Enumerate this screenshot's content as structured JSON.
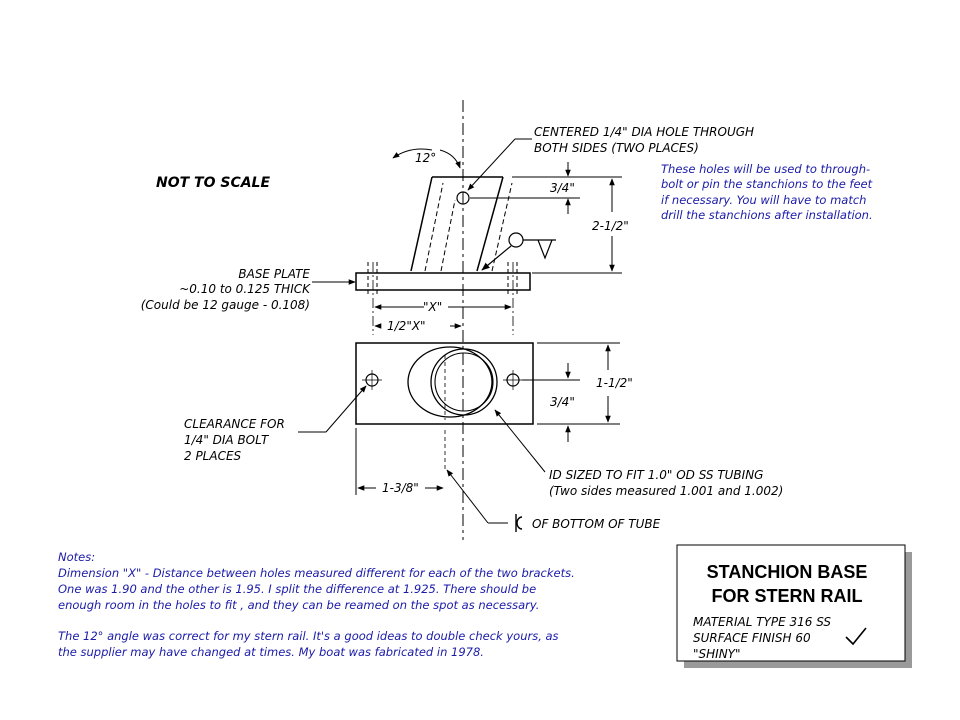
{
  "notice": "NOT TO SCALE",
  "angle_label": "12°",
  "hole_callout": [
    "CENTERED 1/4\" DIA HOLE THROUGH",
    "BOTH SIDES (TWO PLACES)"
  ],
  "hole_note": [
    "These holes will be used to through-",
    "bolt or pin the stanchions to the feet",
    "if necessary.  You will have to match",
    "drill the stanchions after installation."
  ],
  "dims": {
    "hole_from_top": "3/4\"",
    "side_height": "2-1/2\"",
    "x": "\"X\"",
    "half_x": "1/2\"X\"",
    "plate_width": "1-1/2\"",
    "plate_half": "3/4\"",
    "edge_to_center": "1-3/8\""
  },
  "base_plate": [
    "BASE PLATE",
    "~0.10 to 0.125 THICK",
    "(Could be 12 gauge - 0.108)"
  ],
  "clearance": [
    "CLEARANCE FOR",
    "1/4\" DIA BOLT",
    "2 PLACES"
  ],
  "tube_id": [
    "ID SIZED TO FIT 1.0\" OD SS TUBING",
    "(Two sides measured 1.001 and 1.002)"
  ],
  "centerline_label": "OF BOTTOM OF TUBE",
  "notes": {
    "heading": "Notes:",
    "lines": [
      "Dimension \"X\" - Distance between holes measured different for each of the two brackets.",
      "One was 1.90 and the other is 1.95.  I split the difference at 1.925. There should be",
      "enough room in the holes to fit , and they can be reamed on the spot as necessary.",
      "The 12° angle was correct for my stern rail.  It's a good ideas to double check yours, as",
      "the supplier may have changed at times.  My boat was fabricated in 1978."
    ]
  },
  "title_block": {
    "title_line1": "STANCHION BASE",
    "title_line2": "FOR STERN RAIL",
    "material": "MATERIAL TYPE 316 SS",
    "finish": "SURFACE FINISH  60",
    "finish_note": "\"SHINY\""
  }
}
